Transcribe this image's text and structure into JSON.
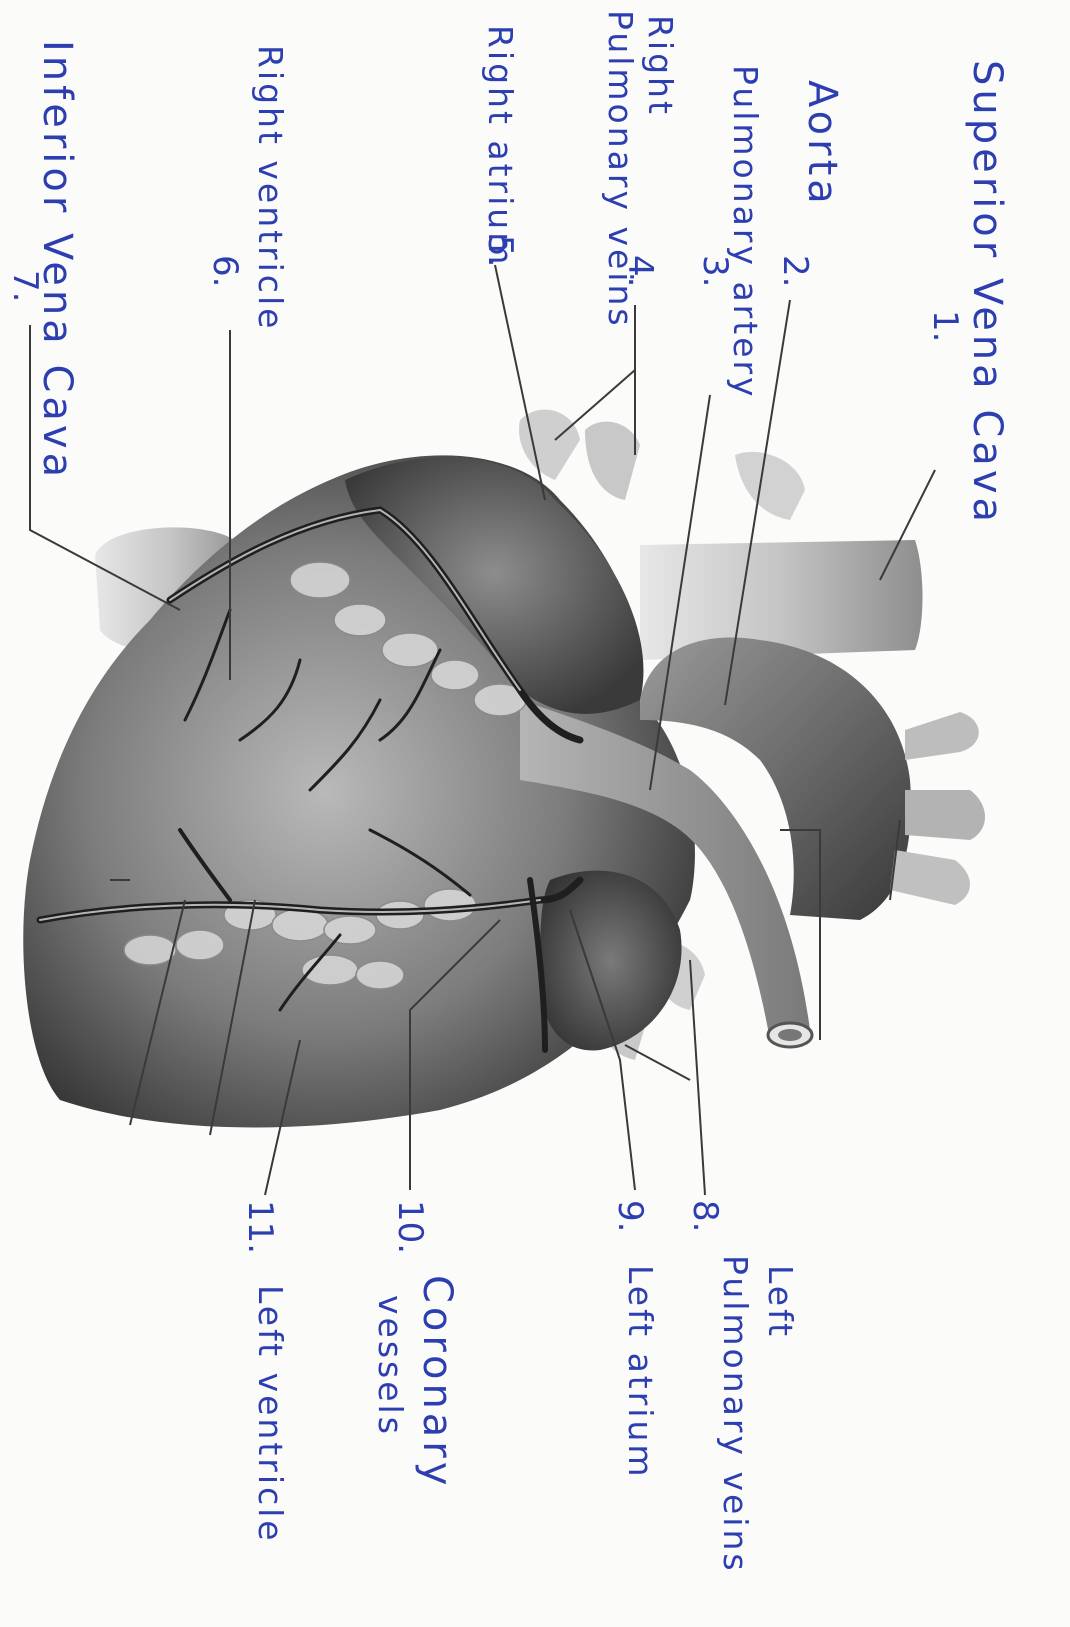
{
  "labels": [
    {
      "n": "1.",
      "text": "Superior Vena Cava"
    },
    {
      "n": "2.",
      "text": "Aorta"
    },
    {
      "n": "3.",
      "text": "Pulmonary artery"
    },
    {
      "n": "4.",
      "text": "Right",
      "text2": "Pulmonary veins"
    },
    {
      "n": "5.",
      "text": "Right atrium"
    },
    {
      "n": "6.",
      "text": "Right ventricle"
    },
    {
      "n": "7.",
      "text": "Inferior Vena Cava"
    },
    {
      "n": "8.",
      "text": "Left",
      "text2": "Pulmonary veins"
    },
    {
      "n": "9.",
      "text": "Left atrium"
    },
    {
      "n": "10.",
      "text": "Coronary",
      "text2": "vessels"
    },
    {
      "n": "11.",
      "text": "Left ventricle"
    }
  ],
  "colors": {
    "ink": "#2d3fb0",
    "leader": "#3a3a3a",
    "tissue_dark": "#3d3d3d",
    "tissue_light": "#d8d8d8"
  }
}
